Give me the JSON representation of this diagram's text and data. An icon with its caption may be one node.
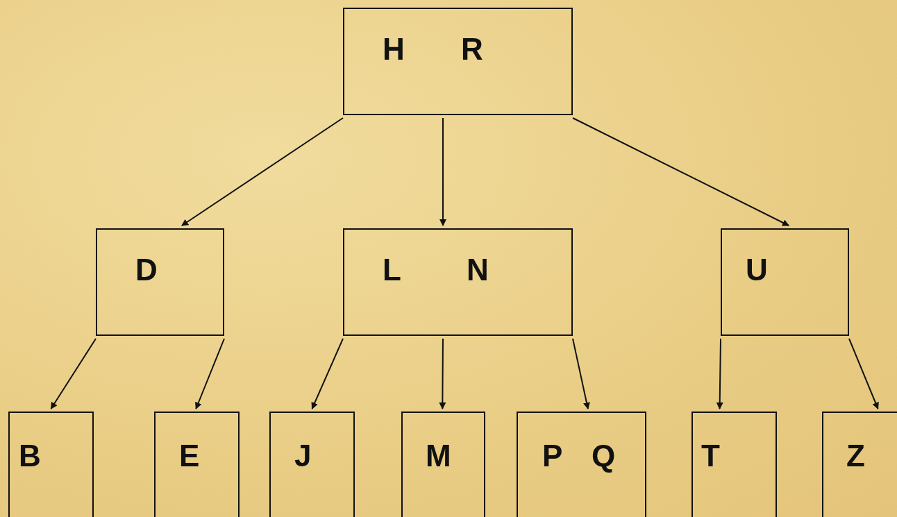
{
  "diagram": {
    "nodes": [
      {
        "text": [
          "H",
          "R"
        ]
      },
      {
        "text": [
          "D"
        ]
      },
      {
        "text": [
          "L",
          "N"
        ]
      },
      {
        "text": [
          "U"
        ]
      },
      {
        "text": [
          "B"
        ]
      },
      {
        "text": [
          "E"
        ]
      },
      {
        "text": [
          "J"
        ]
      },
      {
        "text": [
          "M"
        ]
      },
      {
        "text": [
          "P",
          "Q"
        ]
      },
      {
        "text": [
          "T"
        ]
      },
      {
        "text": [
          "Z"
        ]
      }
    ],
    "edges": [
      {
        "from": 0,
        "to": 1,
        "arrow": "to"
      },
      {
        "from": 0,
        "to": 2,
        "arrow": "to"
      },
      {
        "from": 0,
        "to": 3,
        "arrow": "to"
      },
      {
        "from": 1,
        "to": 4,
        "arrow": "to"
      },
      {
        "from": 1,
        "to": 5,
        "arrow": "to"
      },
      {
        "from": 2,
        "to": 6,
        "arrow": "to"
      },
      {
        "from": 2,
        "to": 7,
        "arrow": "to"
      },
      {
        "from": 2,
        "to": 8,
        "arrow": "to"
      },
      {
        "from": 3,
        "to": 9,
        "arrow": "to"
      },
      {
        "from": 3,
        "to": 10,
        "arrow": "to"
      }
    ]
  }
}
